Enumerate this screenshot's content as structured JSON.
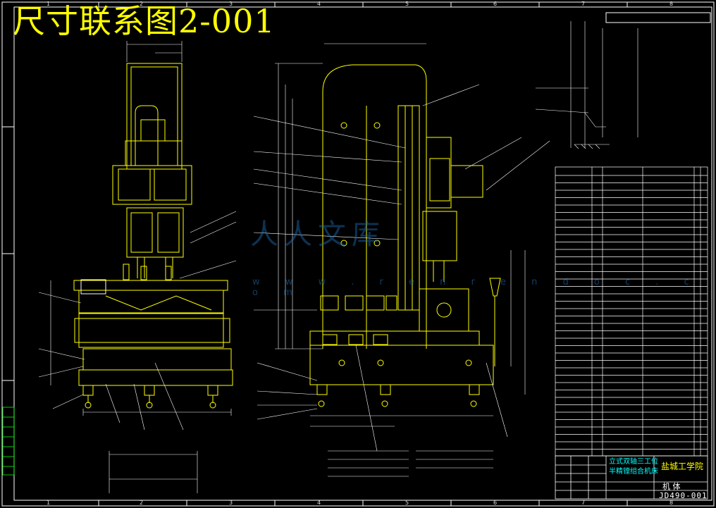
{
  "drawing": {
    "title": "尺寸联系图2-001",
    "watermark": "人人文库",
    "watermark_url": "w w w . r e n r e n d o c . c o m",
    "school": "盐城工学院",
    "part_name": "机 体",
    "drawing_no": "JD490-001",
    "colors": {
      "title": "#ffff00",
      "line": "#ffff00",
      "dim": "#ffffff",
      "table": "#00ffff",
      "frame": "#ffffff"
    }
  },
  "border_zones": {
    "top": [
      "1",
      "2",
      "3",
      "4",
      "5",
      "6",
      "7",
      "8"
    ],
    "bottom": [
      "1",
      "2",
      "3",
      "4",
      "5",
      "6",
      "7",
      "8"
    ]
  },
  "title_block": {
    "project_line1": "立式双轴三工位",
    "project_line2": "半精镗组合机床"
  }
}
